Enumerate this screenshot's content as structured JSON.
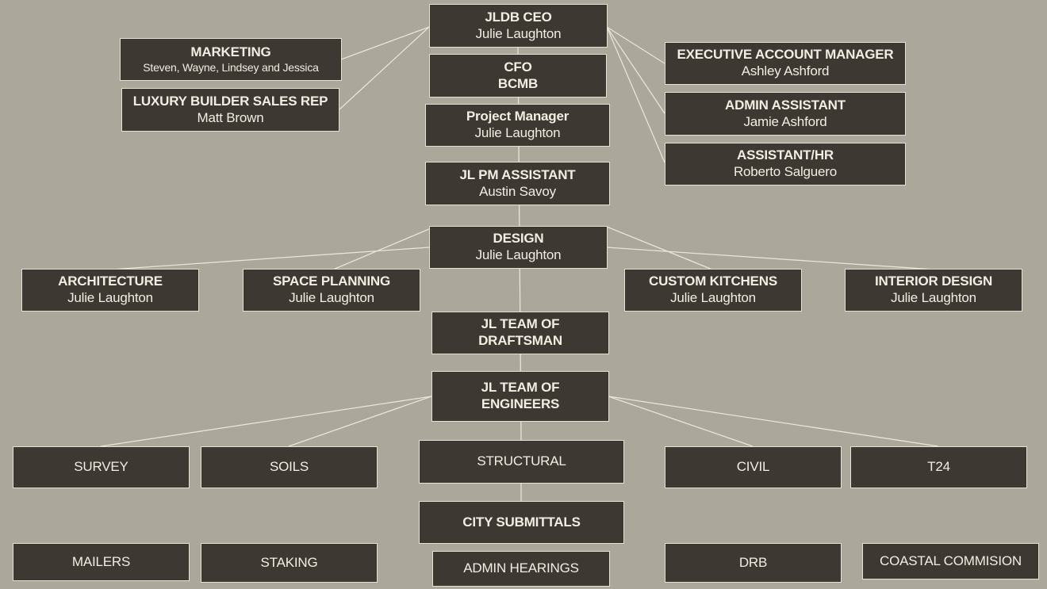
{
  "colors": {
    "background": "#aca79b",
    "box": "#3e3832",
    "border": "#e6e0d2",
    "text": "#f2ede2",
    "line": "#e9e4d6"
  },
  "nodes": {
    "ceo": {
      "title": "JLDB CEO",
      "name": "Julie Laughton"
    },
    "cfo": {
      "title": "CFO",
      "name": "BCMB"
    },
    "marketing": {
      "title": "MARKETING",
      "name": "Steven, Wayne, Lindsey and Jessica"
    },
    "luxury_rep": {
      "title": "LUXURY BUILDER SALES REP",
      "name": "Matt Brown"
    },
    "exec_manager": {
      "title": "EXECUTIVE ACCOUNT MANAGER",
      "name": "Ashley Ashford"
    },
    "admin_assistant": {
      "title": "ADMIN ASSISTANT",
      "name": "Jamie Ashford"
    },
    "assistant_hr": {
      "title": "ASSISTANT/HR",
      "name": "Roberto Salguero"
    },
    "project_manager": {
      "title": "Project Manager",
      "name": "Julie Laughton"
    },
    "pm_assistant": {
      "title": "JL PM ASSISTANT",
      "name": "Austin Savoy"
    },
    "design": {
      "title": "DESIGN",
      "name": "Julie Laughton"
    },
    "architecture": {
      "title": "ARCHITECTURE",
      "name": "Julie Laughton"
    },
    "space_planning": {
      "title": "SPACE PLANNING",
      "name": "Julie Laughton"
    },
    "custom_kitchens": {
      "title": "CUSTOM KITCHENS",
      "name": "Julie Laughton"
    },
    "interior_design": {
      "title": "INTERIOR DESIGN",
      "name": "Julie Laughton"
    },
    "draftsman": {
      "title": "JL TEAM OF",
      "name": "DRAFTSMAN"
    },
    "engineers": {
      "title": "JL TEAM OF",
      "name": "ENGINEERS"
    },
    "survey": {
      "title": "SURVEY"
    },
    "soils": {
      "title": "SOILS"
    },
    "structural": {
      "title": "STRUCTURAL"
    },
    "civil": {
      "title": "CIVIL"
    },
    "t24": {
      "title": "T24"
    },
    "city_submittals": {
      "title": "CITY SUBMITTALS"
    },
    "mailers": {
      "title": "MAILERS"
    },
    "staking": {
      "title": "STAKING"
    },
    "admin_hearings": {
      "title": "ADMIN HEARINGS"
    },
    "drb": {
      "title": "DRB"
    },
    "coastal_commision": {
      "title": "COASTAL COMMISION"
    }
  }
}
